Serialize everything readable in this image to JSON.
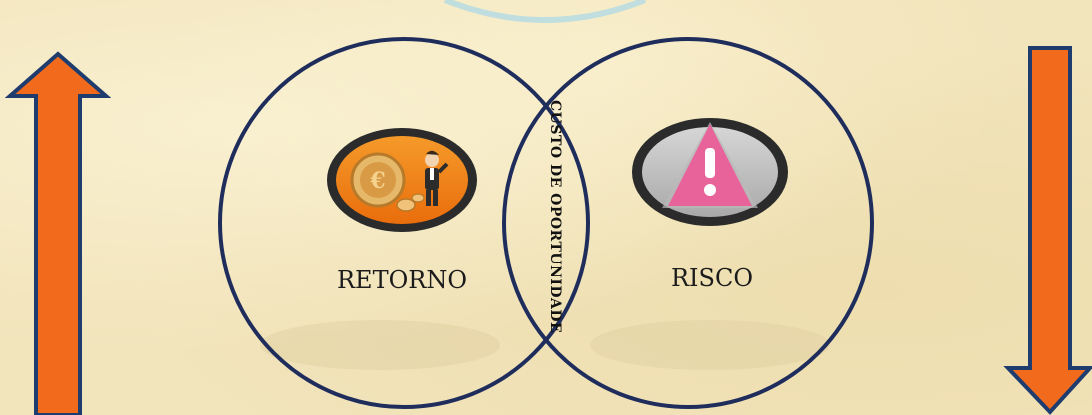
{
  "diagram": {
    "left_circle_label": "RETORNO",
    "right_circle_label": "RISCO",
    "overlap_label": "CUSTO DE OPORTUNIDADE",
    "left_icon": "coins-businessman-icon",
    "right_icon": "warning-triangle-icon",
    "left_arrow": "up-arrow-icon",
    "right_arrow": "down-arrow-icon"
  },
  "colors": {
    "background": "#f2e4bb",
    "circle_stroke": "#1f2d5c",
    "arrow_fill": "#f26b1d",
    "arrow_stroke": "#1f3c6e",
    "coin_icon_bg": "#f07f12",
    "warning_icon_fill": "#e8639a",
    "icon_ring": "#2e2e2e"
  }
}
